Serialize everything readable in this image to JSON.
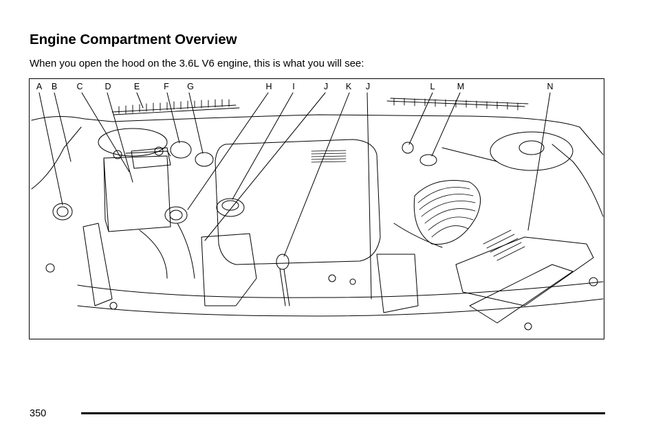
{
  "heading": "Engine Compartment Overview",
  "intro": "When you open the hood on the 3.6L V6 engine, this is what you will see:",
  "figure": {
    "callouts": [
      "A",
      "B",
      "C",
      "D",
      "E",
      "F",
      "G",
      "H",
      "I",
      "J",
      "K",
      "J",
      "L",
      "M",
      "N"
    ]
  },
  "footer": {
    "page_number": "350"
  }
}
